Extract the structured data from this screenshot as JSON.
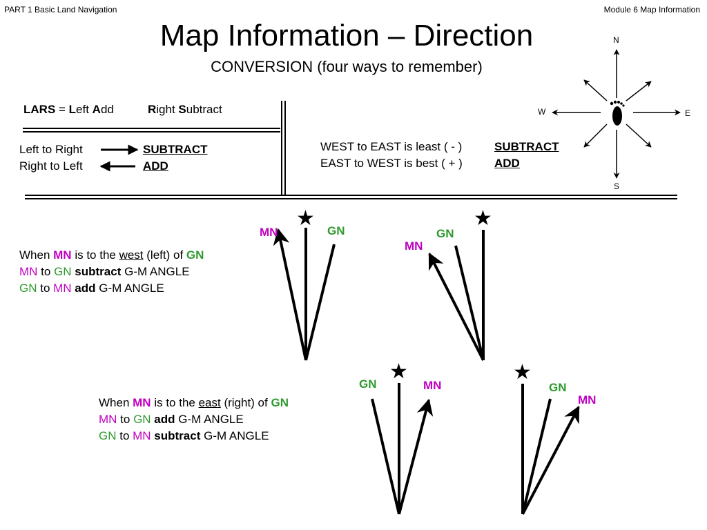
{
  "header": {
    "left": "PART 1  Basic Land Navigation",
    "right": "Module 6 Map Information"
  },
  "title": "Map Information – Direction",
  "subtitle": "CONVERSION (four ways to remember)",
  "compass": {
    "n": "N",
    "s": "S",
    "e": "E",
    "w": "W",
    "icon": "footprint-icon"
  },
  "lars": {
    "acronym": "LARS",
    "eq": " = ",
    "l": "L",
    "eft": "eft ",
    "a": "A",
    "dd": "dd",
    "r": "R",
    "ight": "ight ",
    "s": "S",
    "ubtract": "ubtract"
  },
  "left_rules": [
    {
      "text": "Left to Right",
      "result": "SUBTRACT"
    },
    {
      "text": "Right to Left",
      "result": "ADD"
    }
  ],
  "right_rules": [
    {
      "text": "WEST to EAST is least ( - )",
      "result": "SUBTRACT"
    },
    {
      "text": "EAST to WEST is best ( + )",
      "result": "ADD"
    }
  ],
  "west_rule": {
    "when": "When ",
    "mn": "MN",
    "mid": " is to the ",
    "dir": "west",
    "paren": " (left) of ",
    "gn": "GN",
    "line1": {
      "a": "MN",
      "to": " to ",
      "b": "GN",
      "op": " subtract",
      "rest": " G-M ANGLE"
    },
    "line2": {
      "a": "GN",
      "to": " to ",
      "b": "MN",
      "op": " add",
      "rest": " G-M ANGLE"
    }
  },
  "east_rule": {
    "when": "When ",
    "mn": "MN",
    "mid": " is to the ",
    "dir": "east",
    "paren": " (right) of ",
    "gn": "GN",
    "line1": {
      "a": "MN",
      "to": " to ",
      "b": "GN",
      "op": " add",
      "rest": " G-M ANGLE"
    },
    "line2": {
      "a": "GN",
      "to": " to ",
      "b": "MN",
      "op": " subtract",
      "rest": " G-M ANGLE"
    }
  },
  "diagram_labels": {
    "mn": "MN",
    "gn": "GN"
  },
  "colors": {
    "mn": "#c000c0",
    "gn": "#2e9a2e"
  }
}
